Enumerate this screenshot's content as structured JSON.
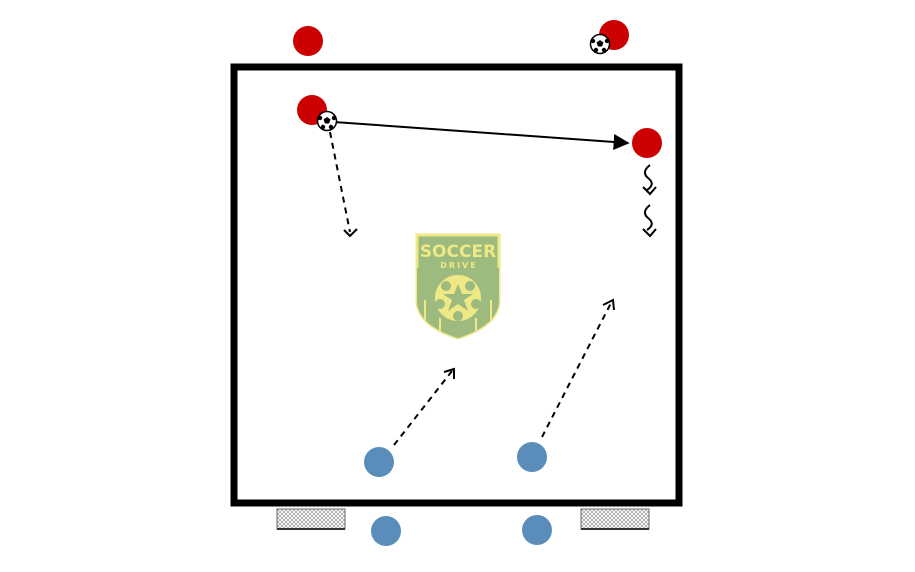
{
  "logo": {
    "line1": "SOCCER",
    "line2": "DRIVE"
  },
  "colors": {
    "red_team": "#cc0000",
    "blue_team": "#5b8dbb",
    "field_border": "#000000",
    "logo_green": "#9dbb7e",
    "logo_yellow": "#efe887",
    "goal_fill": "#d9d9d9"
  },
  "players": [
    {
      "team": "red",
      "role": "outside-top-left"
    },
    {
      "team": "red",
      "role": "outside-top-right",
      "ball": true
    },
    {
      "team": "red",
      "role": "passer",
      "ball": true
    },
    {
      "team": "red",
      "role": "receiver-dribbler"
    },
    {
      "team": "blue",
      "role": "defender-left"
    },
    {
      "team": "blue",
      "role": "defender-right"
    },
    {
      "team": "blue",
      "role": "outside-bottom-left"
    },
    {
      "team": "blue",
      "role": "outside-bottom-right"
    }
  ],
  "movements": [
    {
      "type": "pass",
      "style": "solid"
    },
    {
      "type": "run",
      "style": "dashed"
    },
    {
      "type": "dribble",
      "style": "squiggle"
    },
    {
      "type": "run",
      "style": "dashed"
    },
    {
      "type": "run",
      "style": "dashed"
    }
  ],
  "goals": [
    {
      "side": "bottom-left"
    },
    {
      "side": "bottom-right"
    }
  ]
}
